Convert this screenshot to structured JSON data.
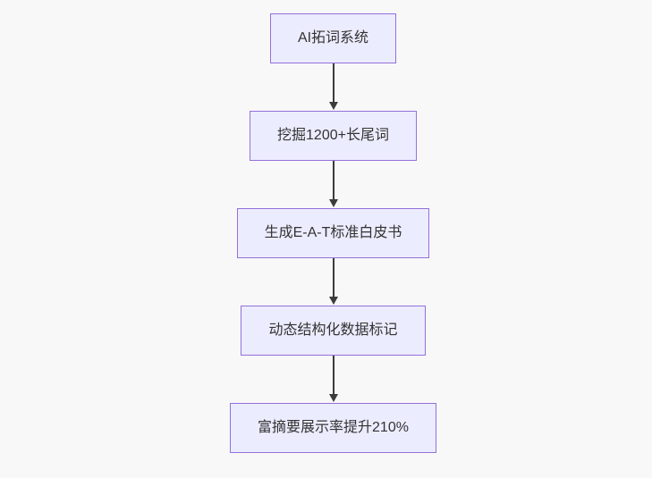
{
  "flowchart": {
    "type": "flowchart-top-down",
    "background": "#f8f8f8",
    "node_fill": "#ececff",
    "node_border": "#9370db",
    "text_color": "#333333",
    "edge_color": "#3b3b3b",
    "nodes": [
      {
        "label": "AI拓词系统"
      },
      {
        "label": "挖掘1200+长尾词"
      },
      {
        "label": "生成E-A-T标准白皮书"
      },
      {
        "label": "动态结构化数据标记"
      },
      {
        "label": "富摘要展示率提升210%"
      }
    ],
    "edges": [
      {
        "from": 0,
        "to": 1
      },
      {
        "from": 1,
        "to": 2
      },
      {
        "from": 2,
        "to": 3
      },
      {
        "from": 3,
        "to": 4
      }
    ]
  }
}
